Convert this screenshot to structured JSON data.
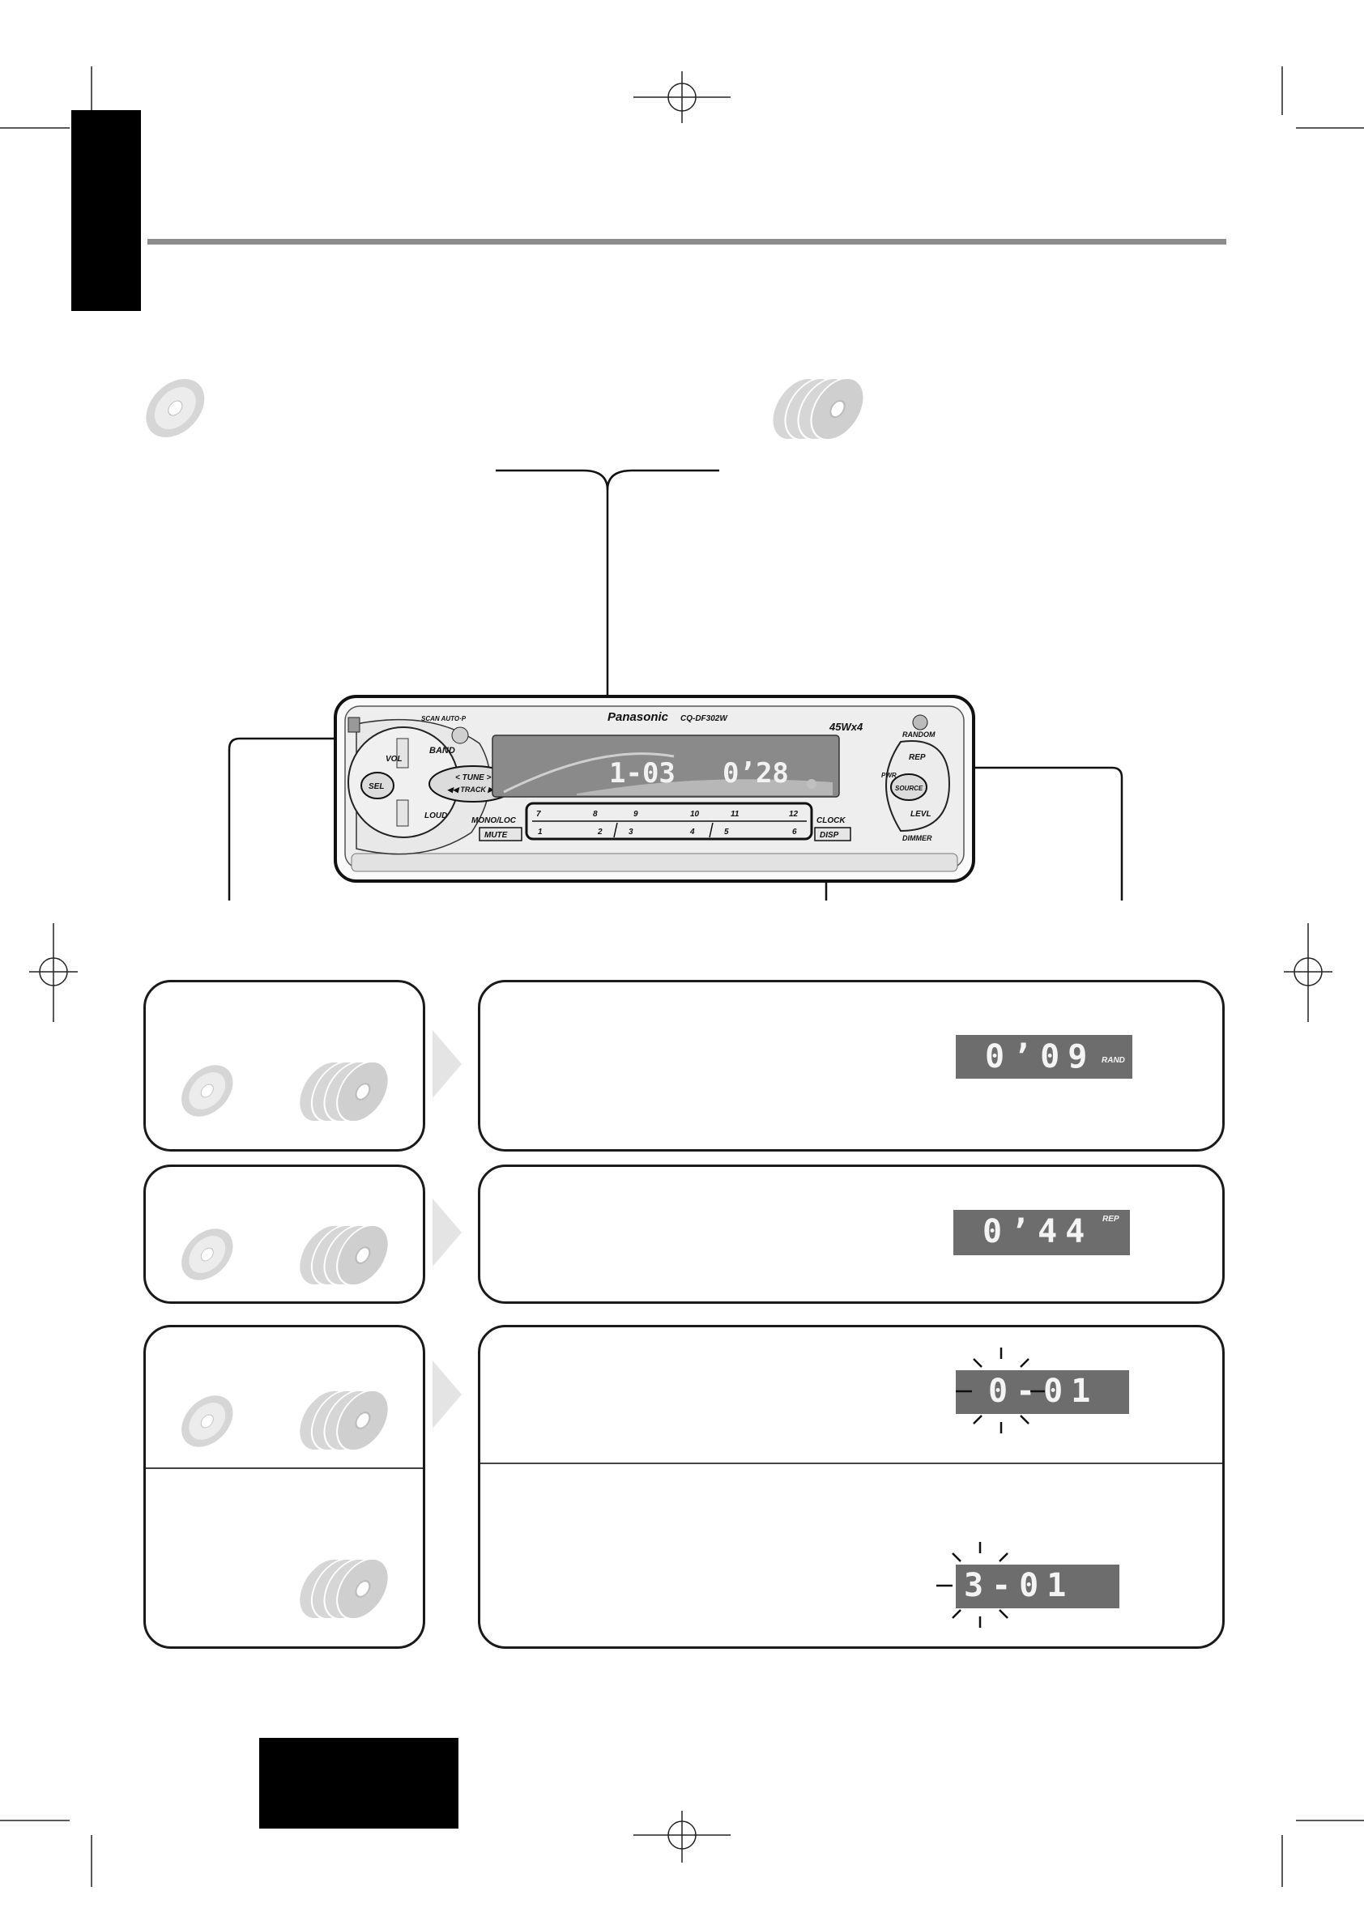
{
  "front_panel": {
    "brand": "Panasonic",
    "model": "CQ-DF302W",
    "power": "45Wx4",
    "lcd_track": "1-03",
    "lcd_time": "0’28",
    "button_labels": {
      "scan_auto_p": "SCAN AUTO·P",
      "band": "BAND",
      "vol": "VOL",
      "sel": "SEL",
      "tune": "< TUNE >",
      "track": "◀◀ TRACK ▶▶",
      "loud": "LOUD",
      "mono_loc": "MONO/LOC",
      "mute": "MUTE",
      "clock": "CLOCK",
      "disp": "DISP",
      "random": "RANDOM",
      "rep": "REP",
      "pwr": "PWR",
      "source": "SOURCE",
      "levl": "LEVL",
      "dimmer": "DIMMER"
    },
    "preset_top": [
      "7",
      "8",
      "9",
      "10",
      "11",
      "12"
    ],
    "preset_bottom": [
      "1",
      "2",
      "3",
      "4",
      "5",
      "6"
    ]
  },
  "displays": {
    "random": {
      "digits": "0’09",
      "indicator": "RAND"
    },
    "repeat": {
      "digits": "0’44",
      "indicator": "REP"
    },
    "disc_select_1": {
      "digits": "0-01"
    },
    "disc_select_2": {
      "digits": "3-01"
    }
  },
  "colors": {
    "panel_bar": "#000000",
    "rule": "#8c8c8c",
    "lcd_bg": "#6d6d6d",
    "arrow": "#e4e4e4"
  },
  "icons": [
    "cd-disc-icon",
    "cd-changer-icon"
  ]
}
